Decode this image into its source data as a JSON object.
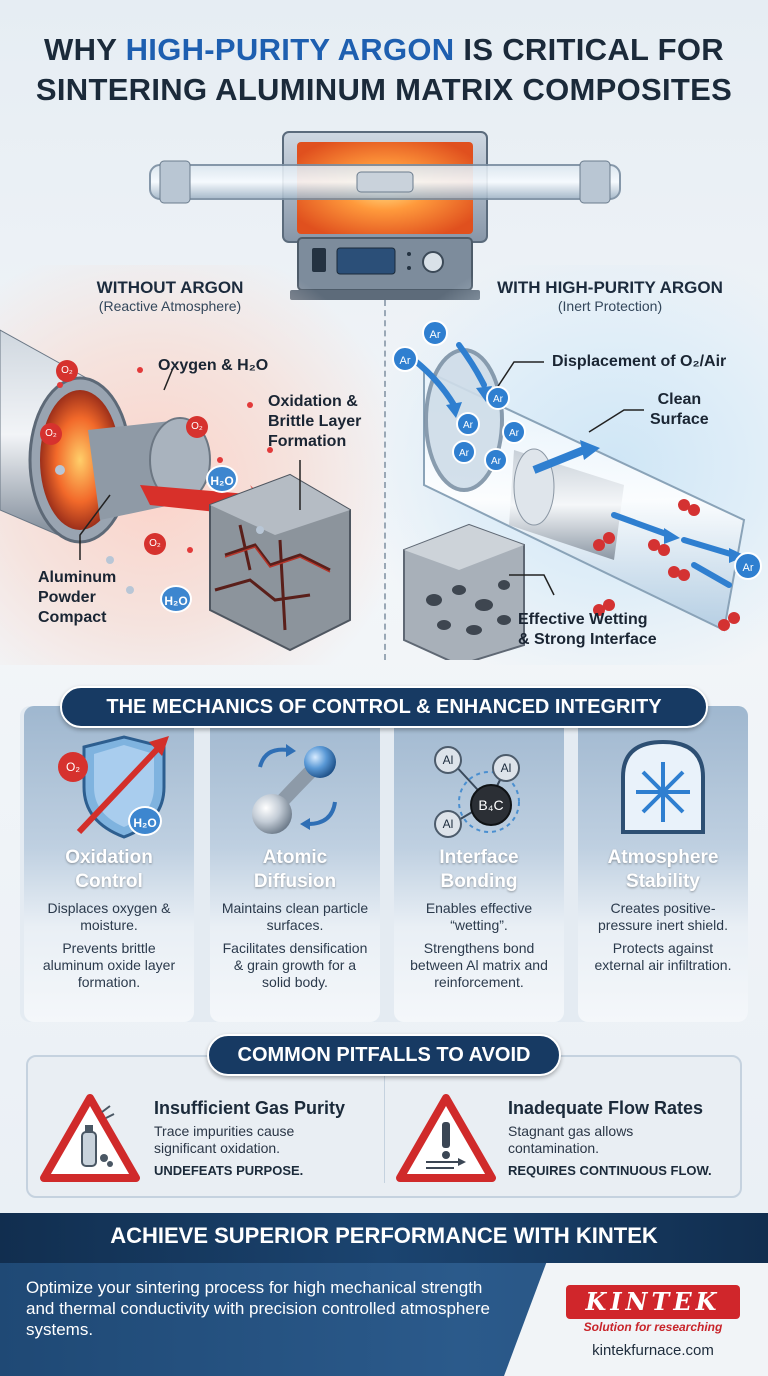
{
  "title": {
    "prefix": "WHY ",
    "highlight": "HIGH-PURITY ARGON",
    "suffix": " IS CRITICAL FOR",
    "line2": "SINTERING ALUMINUM MATRIX COMPOSITES"
  },
  "colors": {
    "accent": "#1e5fb0",
    "navy": "#173a63",
    "red": "#d0262b",
    "argon_blue": "#2f7fd0",
    "oxide_red": "#c8242a"
  },
  "comparison": {
    "left": {
      "heading": "WITHOUT ARGON",
      "sub": "(Reactive Atmosphere)",
      "labels": {
        "oxygen": "Oxygen & H₂O",
        "oxidation_1": "Oxidation &",
        "oxidation_2": "Brittle Layer",
        "oxidation_3": "Formation",
        "compact_1": "Aluminum",
        "compact_2": "Powder",
        "compact_3": "Compact"
      },
      "molecules": [
        "O₂",
        "O₂",
        "O₂",
        "O₂",
        "H₂O",
        "H₂O"
      ]
    },
    "right": {
      "heading": "WITH HIGH-PURITY ARGON",
      "sub": "(Inert Protection)",
      "labels": {
        "displacement": "Displacement of O₂/Air",
        "clean_1": "Clean",
        "clean_2": "Surface",
        "wetting_1": "Effective Wetting",
        "wetting_2": "& Strong Interface"
      },
      "atom_label": "Ar"
    }
  },
  "mechanics": {
    "heading": "THE MECHANICS OF CONTROL & ENHANCED INTEGRITY",
    "cards": [
      {
        "icon": "shield-icon",
        "title_1": "Oxidation",
        "title_2": "Control",
        "p1": "Displaces oxygen & moisture.",
        "p2": "Prevents brittle aluminum oxide layer formation.",
        "badges": [
          "O₂",
          "H₂O"
        ]
      },
      {
        "icon": "diffusion-icon",
        "title_1": "Atomic",
        "title_2": "Diffusion",
        "p1": "Maintains clean particle surfaces.",
        "p2": "Facilitates densification & grain growth for a solid body."
      },
      {
        "icon": "bonding-icon",
        "title_1": "Interface",
        "title_2": "Bonding",
        "p1": "Enables effective “wetting”.",
        "p2": "Strengthens bond between Al matrix and reinforcement.",
        "badges": [
          "Al",
          "Al",
          "Al",
          "B₄C"
        ]
      },
      {
        "icon": "pressure-icon",
        "title_1": "Atmosphere",
        "title_2": "Stability",
        "p1": "Creates positive-pressure inert shield.",
        "p2": "Protects against external air infiltration."
      }
    ]
  },
  "pitfalls": {
    "heading": "COMMON PITFALLS TO AVOID",
    "items": [
      {
        "icon": "gas-cylinder-warning-icon",
        "title": "Insufficient Gas Purity",
        "p1": "Trace impurities cause",
        "p2": "significant oxidation.",
        "strong": "UNDEFEATS PURPOSE."
      },
      {
        "icon": "flow-warning-icon",
        "title": "Inadequate Flow Rates",
        "p1": "Stagnant gas allows",
        "p2": "contamination.",
        "strong": "REQUIRES CONTINUOUS FLOW."
      }
    ]
  },
  "footer": {
    "title": "ACHIEVE SUPERIOR PERFORMANCE WITH KINTEK",
    "body": "Optimize your sintering process for high mechanical strength and thermal conductivity with precision controlled atmosphere systems.",
    "logo": "KINTEK",
    "tagline": "Solution for researching",
    "site": "kintekfurnace.com"
  }
}
